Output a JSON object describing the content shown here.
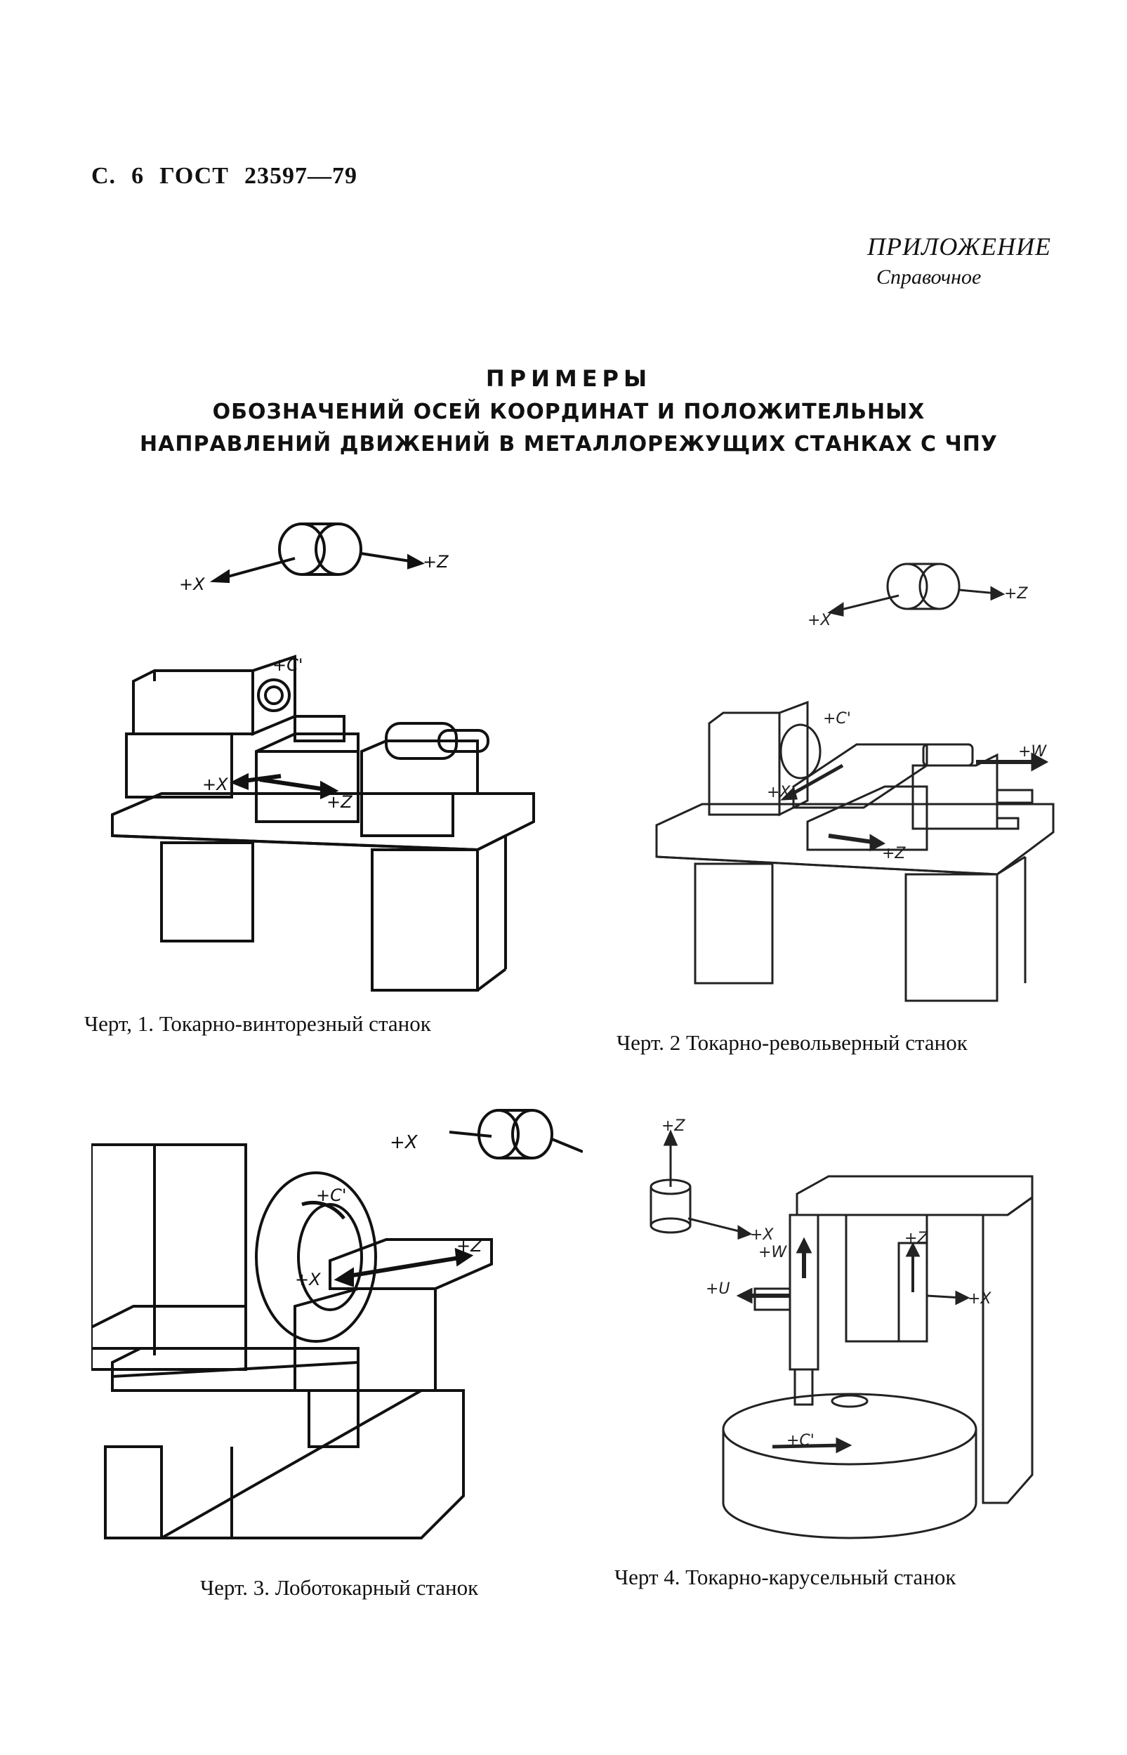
{
  "header": {
    "prefix": "С.",
    "page": "6",
    "standard": "ГОСТ",
    "number": "23597—79"
  },
  "appendix": {
    "title": "ПРИЛОЖЕНИЕ",
    "subtitle": "Справочное"
  },
  "title": {
    "main": "ПРИМЕРЫ",
    "line1": "ОБОЗНАЧЕНИЙ ОСЕЙ КООРДИНАТ И ПОЛОЖИТЕЛЬНЫХ",
    "line2": "НАПРАВЛЕНИЙ ДВИЖЕНИЙ В МЕТАЛЛОРЕЖУЩИХ СТАНКАХ С ЧПУ"
  },
  "figures": [
    {
      "caption": "Черт, 1. Токарно-винторезный станок",
      "labels": {
        "x": "+X",
        "z": "+Z",
        "c": "+C'",
        "x2": "+X",
        "z2": "+Z"
      }
    },
    {
      "caption": "Черт. 2 Токарно-револьверный станок",
      "labels": {
        "x": "+X",
        "z": "+Z",
        "c": "+C'",
        "w": "+W",
        "x2": "+X",
        "z2": "+Z"
      }
    },
    {
      "caption": "Черт. 3. Лоботокарный станок",
      "labels": {
        "x": "+X",
        "c": "+C'",
        "z": "+Z",
        "x2": "+X"
      }
    },
    {
      "caption": "Черт 4. Токарно-карусельный станок",
      "labels": {
        "z": "+Z",
        "x": "+X",
        "w": "+W",
        "u": "+U",
        "z2": "+Z",
        "x2": "+X",
        "c": "+C'"
      }
    }
  ]
}
